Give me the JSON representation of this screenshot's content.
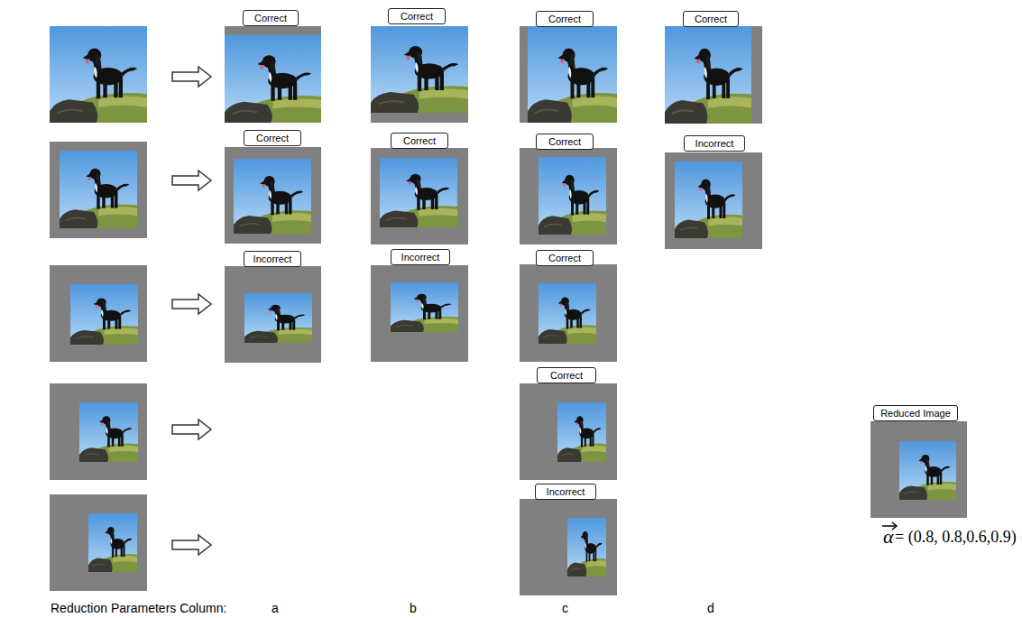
{
  "diagram": {
    "nodes": [
      {
        "text": [
          "Correct"
        ]
      },
      {
        "text": [
          "Correct"
        ]
      },
      {
        "text": [
          "Correct"
        ]
      },
      {
        "text": [
          "Correct"
        ]
      },
      {
        "text": [
          "Correct"
        ]
      },
      {
        "text": [
          "Correct"
        ]
      },
      {
        "text": [
          "Correct"
        ]
      },
      {
        "text": [
          "Incorrect"
        ]
      },
      {
        "text": [
          "Incorrect"
        ]
      },
      {
        "text": [
          "Incorrect"
        ]
      },
      {
        "text": [
          "Correct"
        ]
      },
      {
        "text": [
          "Correct"
        ]
      },
      {
        "text": [
          "Incorrect"
        ]
      },
      {
        "text": [
          "Reduced Image"
        ]
      }
    ],
    "labels": [
      "Reduction Parameters Column:",
      "a",
      "b",
      "c",
      "d",
      "α",
      "= (0.8, 0.8,0.6,0.9)"
    ]
  }
}
